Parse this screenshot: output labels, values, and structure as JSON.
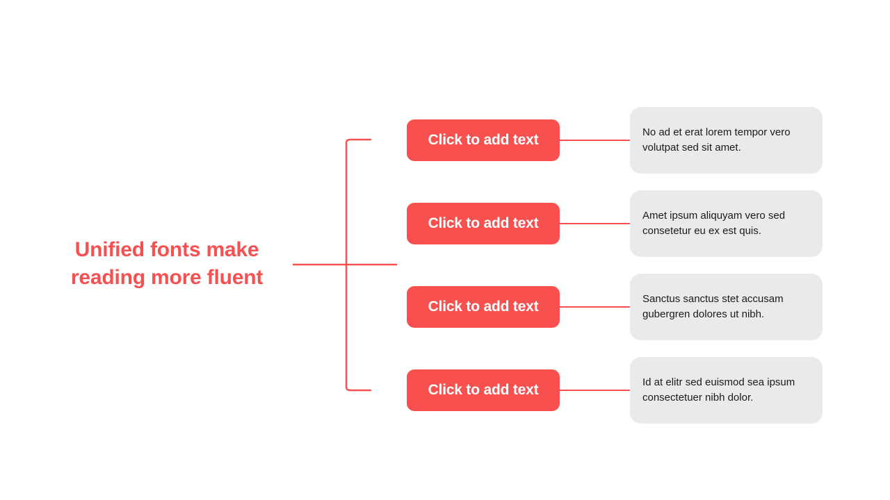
{
  "root": {
    "title": "Unified fonts make reading more fluent",
    "color": "#F75050"
  },
  "theme": {
    "accent": "#F7504F",
    "node_fill": "#EAEAEC",
    "canvas": "#ffffff",
    "connector": "#F7504F"
  },
  "branches": [
    {
      "button_label": "Click to add text",
      "description": "No ad et erat lorem tempor vero volutpat sed sit amet."
    },
    {
      "button_label": "Click to add text",
      "description": "Amet ipsum aliquyam vero sed consetetur eu ex est quis."
    },
    {
      "button_label": "Click to add text",
      "description": "Sanctus sanctus stet accusam gubergren dolores ut nibh."
    },
    {
      "button_label": "Click to add text",
      "description": "Id at elitr sed euismod sea ipsum consectetuer nibh dolor."
    }
  ]
}
